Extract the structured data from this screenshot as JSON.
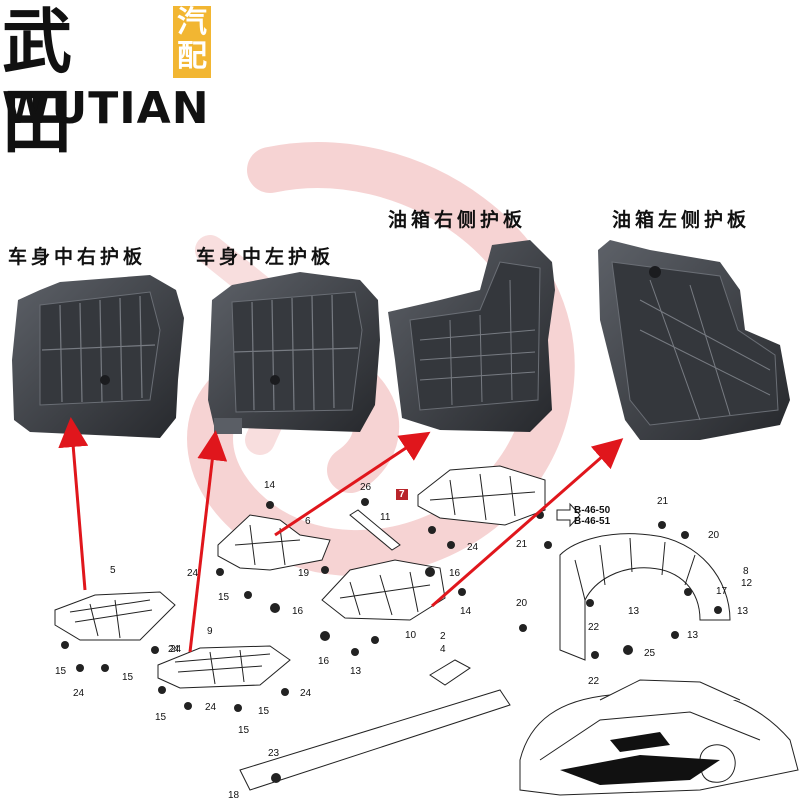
{
  "logo": {
    "cn": "武田",
    "tag": "汽配",
    "en": "WUTIAN",
    "tag_color": "#f2b632"
  },
  "captions": [
    "车身中右护板",
    "车身中左护板",
    "油箱右侧护板",
    "油箱左侧护板"
  ],
  "colors": {
    "arrow": "#e0161c",
    "part": "#3a3d42",
    "part_light": "#5b5f66",
    "ref_box": "#b8242a"
  },
  "callouts": {
    "n1": "14",
    "n2": "6",
    "n3": "26",
    "n4": "11",
    "n5": "7",
    "n6": "B-46-50",
    "n7": "B-46-51",
    "n8": "21",
    "n9": "20",
    "n10": "24",
    "n11": "19",
    "n12": "16",
    "n13": "21",
    "n14": "5",
    "n15": "24",
    "n16": "15",
    "n17": "16",
    "n18": "14",
    "n19": "9",
    "n20": "24",
    "n21": "10",
    "n22": "16",
    "n23": "13",
    "n24": "2",
    "n25": "4",
    "n26": "20",
    "n27": "22",
    "n28": "25",
    "n29": "22",
    "n30": "17",
    "n31": "8",
    "n32": "12",
    "n33": "13",
    "n34": "13",
    "n35": "13",
    "n36": "15",
    "n37": "24",
    "n38": "15",
    "n39": "24",
    "n40": "15",
    "n41": "24",
    "n42": "15",
    "n43": "23",
    "n44": "18",
    "n45": "24",
    "n46": "15"
  }
}
